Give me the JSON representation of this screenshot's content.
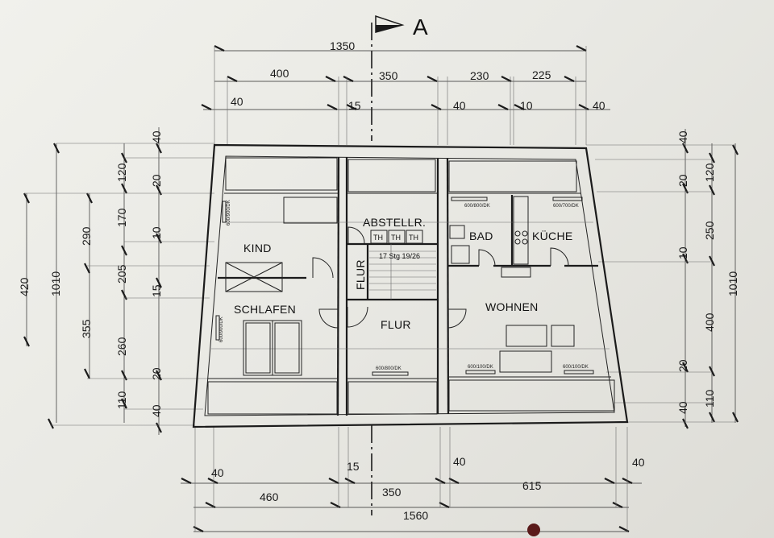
{
  "section_marker": "A",
  "top_dims": {
    "overall": "1350",
    "row2": [
      "400",
      "350",
      "230",
      "225"
    ],
    "row3": [
      "40",
      "15",
      "40",
      "10",
      "40"
    ]
  },
  "bottom_dims": {
    "overall": "1560",
    "row2": [
      "460",
      "350",
      "615"
    ],
    "row1": [
      "40",
      "15",
      "40",
      "40"
    ]
  },
  "left_dims": {
    "overall": "1010",
    "outer": "420",
    "groups": [
      "290",
      "355"
    ],
    "parts": [
      "120",
      "170",
      "205",
      "260",
      "110"
    ],
    "small": [
      "40",
      "20",
      "10",
      "15",
      "20",
      "40"
    ]
  },
  "right_dims": {
    "overall": "1010",
    "parts": [
      "120",
      "250",
      "400",
      "110"
    ],
    "small": [
      "40",
      "20",
      "10",
      "20",
      "40"
    ]
  },
  "rooms": {
    "kind": "KIND",
    "abstell": "ABSTELLR.",
    "bad": "BAD",
    "kueche": "KÜCHE",
    "schlafen": "SCHLAFEN",
    "flur_vertical": "FLUR",
    "flur": "FLUR",
    "wohnen": "WOHNEN"
  },
  "stair": "17 Stg 19/26",
  "th": [
    "TH",
    "TH",
    "TH"
  ],
  "windows": [
    "600/900/DK",
    "600/800/DK",
    "600/700/DK",
    "600/900/DK",
    "600/800/DK",
    "600/100/DK",
    "600/100/DK"
  ]
}
